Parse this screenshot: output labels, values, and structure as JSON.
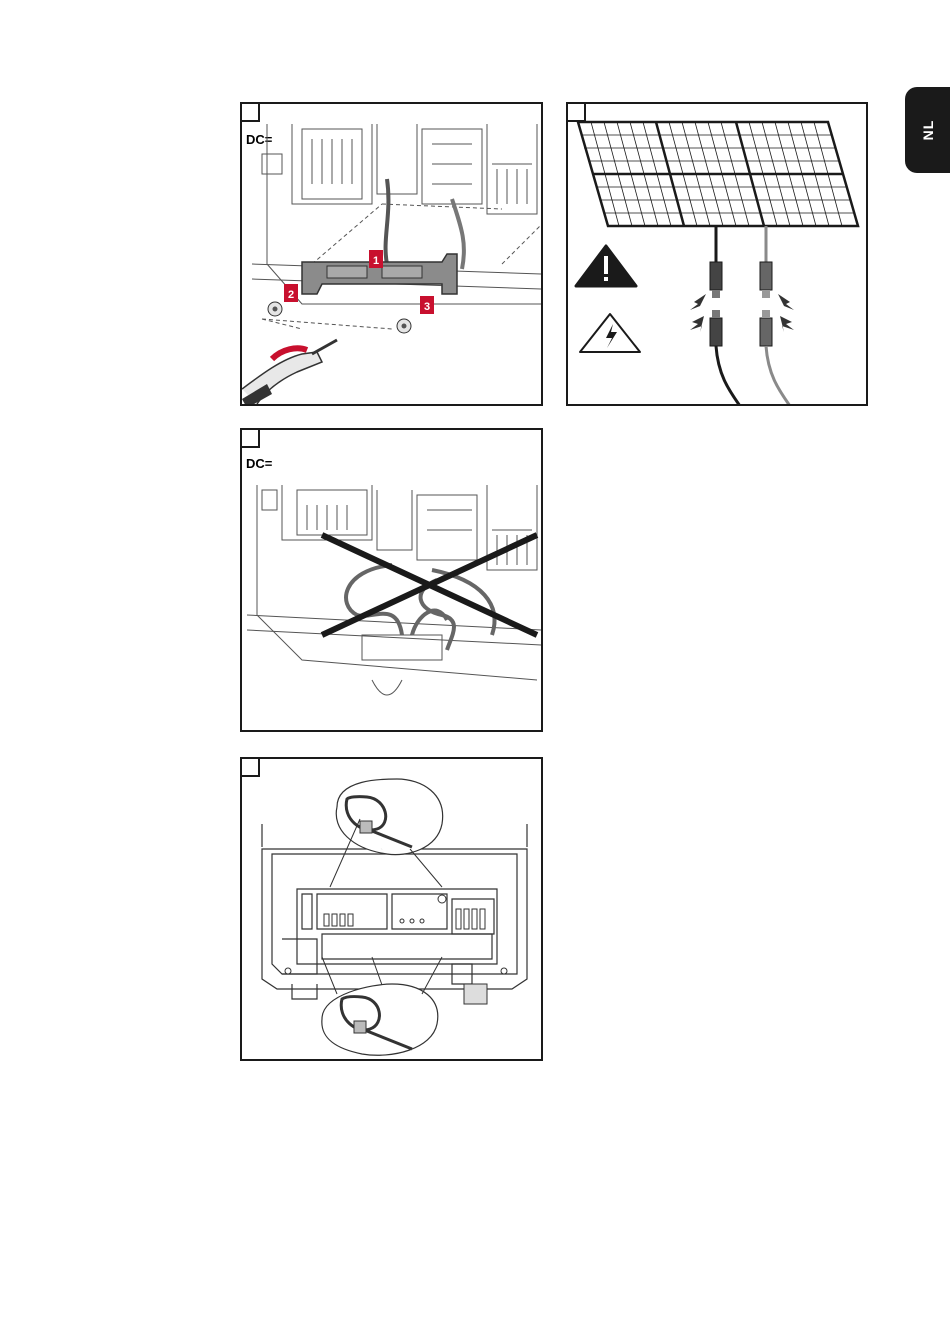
{
  "sidebar_tab": {
    "language": "NL"
  },
  "figures": [
    {
      "id": "fig1",
      "label": "DC=",
      "markers": [
        "1",
        "2",
        "3"
      ]
    },
    {
      "id": "fig2",
      "label": ""
    },
    {
      "id": "fig3",
      "label": "DC="
    },
    {
      "id": "fig4",
      "label": ""
    }
  ],
  "colors": {
    "accent": "#c8102e",
    "ink": "#1a1a1a",
    "cable_grey": "#8a8a8a"
  },
  "icons": [
    "warning-triangle-icon",
    "high-voltage-icon",
    "screwdriver-icon",
    "cable-tie-icon"
  ]
}
